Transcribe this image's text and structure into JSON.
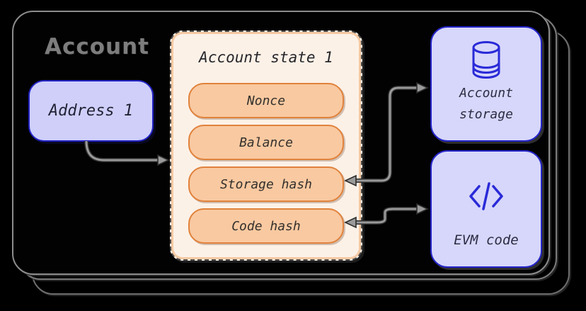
{
  "diagram": {
    "container_title": "Account",
    "address_box": {
      "label": "Address 1"
    },
    "state_panel": {
      "title": "Account state 1",
      "fields": [
        "Nonce",
        "Balance",
        "Storage hash",
        "Code hash"
      ]
    },
    "storage_box": {
      "icon": "database-icon",
      "label_line1": "Account",
      "label_line2": "storage"
    },
    "evm_box": {
      "icon": "code-icon",
      "label": "EVM code"
    },
    "arrows": [
      {
        "from": "address-box",
        "to": "state-panel",
        "heads": "one"
      },
      {
        "from": "storage-hash-pill",
        "to": "storage-box",
        "heads": "both"
      },
      {
        "from": "code-hash-pill",
        "to": "evm-box",
        "heads": "both"
      }
    ],
    "colors": {
      "background": "#000000",
      "card_border": "#8d8d8d",
      "title_gray": "#7d7d7d",
      "lavender_fill": "#d7d7fb",
      "blue_border": "#2424c8",
      "blue_icon": "#2a2ad8",
      "panel_fill": "#fcf1e7",
      "panel_inner_edge": "#f5c9a2",
      "pill_fill": "#f9c9a1",
      "pill_border": "#e0823c",
      "arrow_gray": "#9a9a9a",
      "text_dark": "#26262b"
    }
  }
}
